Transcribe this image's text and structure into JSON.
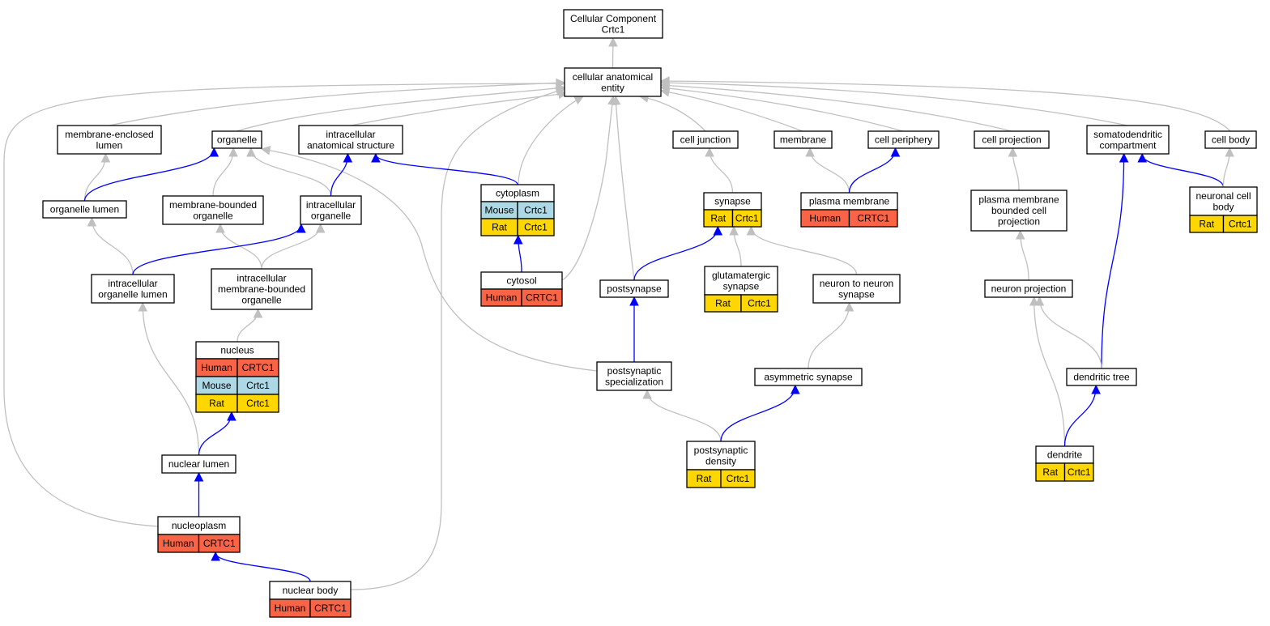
{
  "colors": {
    "edge_gray": "#c0c0c0",
    "edge_blue": "#0000ff",
    "human": "#f96446",
    "mouse": "#add8e6",
    "rat": "#ffd700",
    "node_border": "#000000",
    "node_fill": "#ffffff"
  },
  "nodes": [
    {
      "id": "root",
      "lines": [
        "Cellular Component",
        "Crtc1"
      ],
      "rows": []
    },
    {
      "id": "cae",
      "lines": [
        "cellular anatomical",
        "entity"
      ],
      "rows": []
    },
    {
      "id": "mel",
      "lines": [
        "membrane-enclosed",
        "lumen"
      ],
      "rows": []
    },
    {
      "id": "organelle",
      "lines": [
        "organelle"
      ],
      "rows": []
    },
    {
      "id": "ias",
      "lines": [
        "intracellular",
        "anatomical structure"
      ],
      "rows": []
    },
    {
      "id": "celljunc",
      "lines": [
        "cell junction"
      ],
      "rows": []
    },
    {
      "id": "membrane",
      "lines": [
        "membrane"
      ],
      "rows": []
    },
    {
      "id": "cellper",
      "lines": [
        "cell periphery"
      ],
      "rows": []
    },
    {
      "id": "cellproj",
      "lines": [
        "cell projection"
      ],
      "rows": []
    },
    {
      "id": "somato",
      "lines": [
        "somatodendritic",
        "compartment"
      ],
      "rows": []
    },
    {
      "id": "cellbody",
      "lines": [
        "cell body"
      ],
      "rows": []
    },
    {
      "id": "orglumen",
      "lines": [
        "organelle lumen"
      ],
      "rows": []
    },
    {
      "id": "mbo",
      "lines": [
        "membrane-bounded",
        "organelle"
      ],
      "rows": []
    },
    {
      "id": "intorg",
      "lines": [
        "intracellular",
        "organelle"
      ],
      "rows": []
    },
    {
      "id": "cytoplasm",
      "lines": [
        "cytoplasm"
      ],
      "rows": [
        [
          "Mouse",
          "Crtc1"
        ],
        [
          "Rat",
          "Crtc1"
        ]
      ]
    },
    {
      "id": "synapse",
      "lines": [
        "synapse"
      ],
      "rows": [
        [
          "Rat",
          "Crtc1"
        ]
      ]
    },
    {
      "id": "plasmamem",
      "lines": [
        "plasma membrane"
      ],
      "rows": [
        [
          "Human",
          "CRTC1"
        ]
      ]
    },
    {
      "id": "pmbcp",
      "lines": [
        "plasma membrane",
        "bounded cell",
        "projection"
      ],
      "rows": []
    },
    {
      "id": "ncb",
      "lines": [
        "neuronal cell",
        "body"
      ],
      "rows": [
        [
          "Rat",
          "Crtc1"
        ]
      ]
    },
    {
      "id": "iol",
      "lines": [
        "intracellular",
        "organelle lumen"
      ],
      "rows": []
    },
    {
      "id": "imbo",
      "lines": [
        "intracellular",
        "membrane-bounded",
        "organelle"
      ],
      "rows": []
    },
    {
      "id": "cytosol",
      "lines": [
        "cytosol"
      ],
      "rows": [
        [
          "Human",
          "CRTC1"
        ]
      ]
    },
    {
      "id": "postsyn",
      "lines": [
        "postsynapse"
      ],
      "rows": []
    },
    {
      "id": "glusyn",
      "lines": [
        "glutamatergic",
        "synapse"
      ],
      "rows": [
        [
          "Rat",
          "Crtc1"
        ]
      ]
    },
    {
      "id": "n2n",
      "lines": [
        "neuron to neuron",
        "synapse"
      ],
      "rows": []
    },
    {
      "id": "neuproj",
      "lines": [
        "neuron projection"
      ],
      "rows": []
    },
    {
      "id": "nucleus",
      "lines": [
        "nucleus"
      ],
      "rows": [
        [
          "Human",
          "CRTC1"
        ],
        [
          "Mouse",
          "Crtc1"
        ],
        [
          "Rat",
          "Crtc1"
        ]
      ]
    },
    {
      "id": "postspec",
      "lines": [
        "postsynaptic",
        "specialization"
      ],
      "rows": []
    },
    {
      "id": "asymsyn",
      "lines": [
        "asymmetric synapse"
      ],
      "rows": []
    },
    {
      "id": "dentree",
      "lines": [
        "dendritic tree"
      ],
      "rows": []
    },
    {
      "id": "nuclumen",
      "lines": [
        "nuclear lumen"
      ],
      "rows": []
    },
    {
      "id": "psd",
      "lines": [
        "postsynaptic",
        "density"
      ],
      "rows": [
        [
          "Rat",
          "Crtc1"
        ]
      ]
    },
    {
      "id": "dendrite",
      "lines": [
        "dendrite"
      ],
      "rows": [
        [
          "Rat",
          "Crtc1"
        ]
      ]
    },
    {
      "id": "nucleoplasm",
      "lines": [
        "nucleoplasm"
      ],
      "rows": [
        [
          "Human",
          "CRTC1"
        ]
      ]
    },
    {
      "id": "nucbody",
      "lines": [
        "nuclear body"
      ],
      "rows": [
        [
          "Human",
          "CRTC1"
        ]
      ]
    }
  ],
  "edges": [
    {
      "from": "cae",
      "to": "root",
      "color": "gray"
    },
    {
      "from": "mel",
      "to": "cae",
      "color": "gray"
    },
    {
      "from": "organelle",
      "to": "cae",
      "color": "gray"
    },
    {
      "from": "ias",
      "to": "cae",
      "color": "gray"
    },
    {
      "from": "celljunc",
      "to": "cae",
      "color": "gray"
    },
    {
      "from": "membrane",
      "to": "cae",
      "color": "gray"
    },
    {
      "from": "cellper",
      "to": "cae",
      "color": "gray"
    },
    {
      "from": "cellproj",
      "to": "cae",
      "color": "gray"
    },
    {
      "from": "somato",
      "to": "cae",
      "color": "gray"
    },
    {
      "from": "cellbody",
      "to": "cae",
      "color": "gray"
    },
    {
      "from": "cytoplasm",
      "to": "cae",
      "color": "gray"
    },
    {
      "from": "cytosol",
      "to": "cae",
      "color": "gray"
    },
    {
      "from": "postsyn",
      "to": "cae",
      "color": "gray"
    },
    {
      "from": "nucleoplasm",
      "to": "cae",
      "color": "gray"
    },
    {
      "from": "nucbody",
      "to": "cae",
      "color": "gray"
    },
    {
      "from": "orglumen",
      "to": "mel",
      "color": "gray"
    },
    {
      "from": "orglumen",
      "to": "organelle",
      "color": "blue"
    },
    {
      "from": "mbo",
      "to": "organelle",
      "color": "gray"
    },
    {
      "from": "intorg",
      "to": "organelle",
      "color": "gray"
    },
    {
      "from": "postspec",
      "to": "organelle",
      "color": "gray"
    },
    {
      "from": "intorg",
      "to": "ias",
      "color": "blue"
    },
    {
      "from": "cytoplasm",
      "to": "ias",
      "color": "blue"
    },
    {
      "from": "synapse",
      "to": "celljunc",
      "color": "gray"
    },
    {
      "from": "plasmamem",
      "to": "membrane",
      "color": "gray"
    },
    {
      "from": "plasmamem",
      "to": "cellper",
      "color": "blue"
    },
    {
      "from": "pmbcp",
      "to": "cellproj",
      "color": "gray"
    },
    {
      "from": "ncb",
      "to": "somato",
      "color": "blue"
    },
    {
      "from": "dentree",
      "to": "somato",
      "color": "blue"
    },
    {
      "from": "ncb",
      "to": "cellbody",
      "color": "gray"
    },
    {
      "from": "iol",
      "to": "orglumen",
      "color": "gray"
    },
    {
      "from": "imbo",
      "to": "mbo",
      "color": "gray"
    },
    {
      "from": "iol",
      "to": "intorg",
      "color": "blue"
    },
    {
      "from": "imbo",
      "to": "intorg",
      "color": "gray"
    },
    {
      "from": "cytosol",
      "to": "cytoplasm",
      "color": "blue"
    },
    {
      "from": "postsyn",
      "to": "synapse",
      "color": "blue"
    },
    {
      "from": "glusyn",
      "to": "synapse",
      "color": "gray"
    },
    {
      "from": "n2n",
      "to": "synapse",
      "color": "gray"
    },
    {
      "from": "neuproj",
      "to": "pmbcp",
      "color": "gray"
    },
    {
      "from": "nucleus",
      "to": "imbo",
      "color": "gray"
    },
    {
      "from": "nuclumen",
      "to": "iol",
      "color": "gray"
    },
    {
      "from": "postspec",
      "to": "postsyn",
      "color": "blue"
    },
    {
      "from": "asymsyn",
      "to": "n2n",
      "color": "gray"
    },
    {
      "from": "dentree",
      "to": "neuproj",
      "color": "gray"
    },
    {
      "from": "dendrite",
      "to": "neuproj",
      "color": "gray"
    },
    {
      "from": "nuclumen",
      "to": "nucleus",
      "color": "blue"
    },
    {
      "from": "psd",
      "to": "postspec",
      "color": "gray"
    },
    {
      "from": "psd",
      "to": "asymsyn",
      "color": "blue"
    },
    {
      "from": "dendrite",
      "to": "dentree",
      "color": "blue"
    },
    {
      "from": "nucleoplasm",
      "to": "nuclumen",
      "color": "blue"
    },
    {
      "from": "nucbody",
      "to": "nucleoplasm",
      "color": "blue"
    }
  ]
}
